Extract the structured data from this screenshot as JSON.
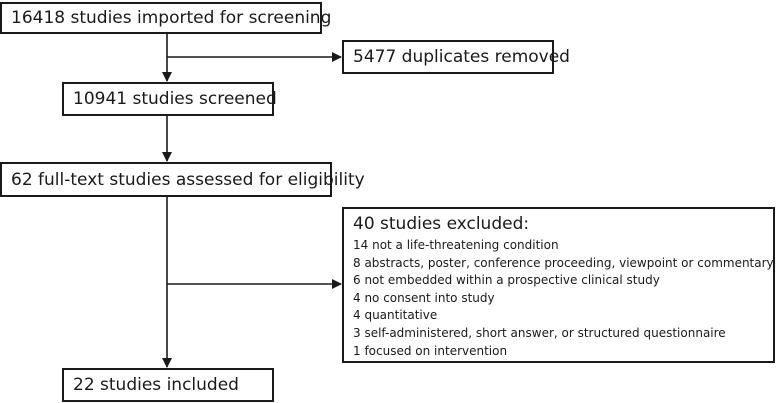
{
  "nodes": {
    "imported": "16418 studies imported for screening",
    "duplicates": "5477 duplicates removed",
    "screened": "10941 studies screened",
    "fulltext": "62 full-text studies assessed for eligibility",
    "excluded": {
      "title": "40 studies excluded:",
      "reasons": [
        "14 not a life-threatening condition",
        "8 abstracts, poster, conference proceeding, viewpoint or commentary",
        "6 not embedded within a prospective clinical study",
        "4 no consent into study",
        "4 quantitative",
        "3 self-administered, short answer, or structured questionnaire",
        "1 focused on intervention"
      ]
    },
    "included": "22 studies included"
  },
  "colors": {
    "stroke": "#1a1a1a",
    "background": "#ffffff"
  }
}
